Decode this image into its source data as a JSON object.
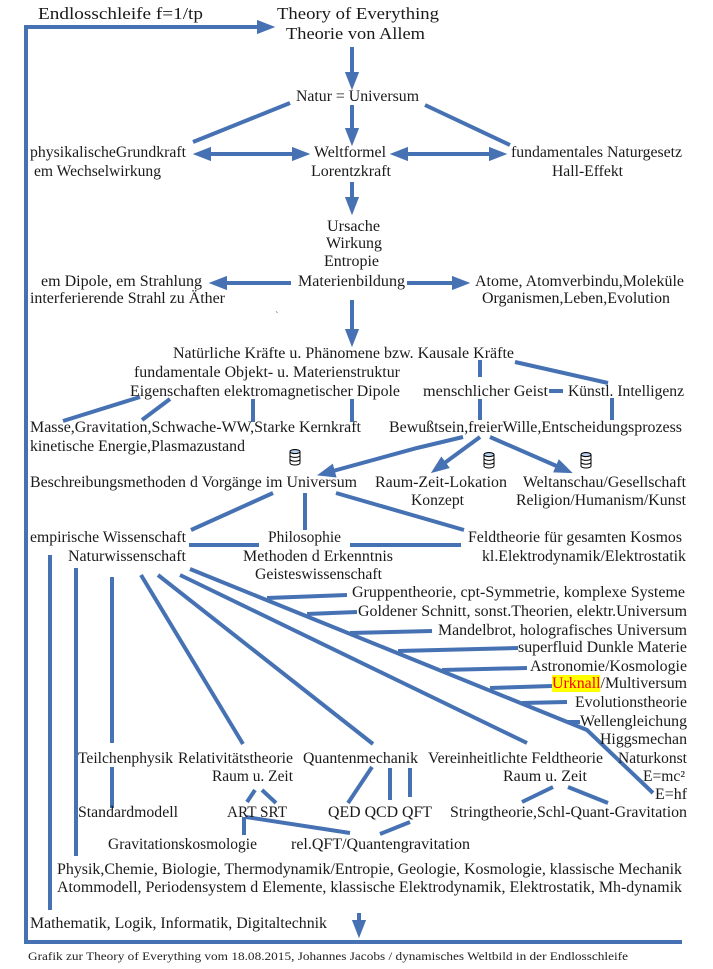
{
  "colors": {
    "connector": "#4672b4",
    "highlight_bg": "#ffff00",
    "highlight_text": "#ff0000"
  },
  "icons": {
    "database": "database-icon",
    "arrow": "arrow-icon"
  },
  "header": {
    "loop_label": "Endlosschleife  f=1/tp",
    "title_en": "Theory of Everything",
    "title_de": "Theorie von Allem"
  },
  "level1": {
    "natur": "Natur = Universum"
  },
  "level2": {
    "grundkraft": [
      "physikalischeGrundkraft",
      "em Wechselwirkung"
    ],
    "weltformel": [
      "Weltformel",
      "Lorentzkraft"
    ],
    "naturgesetz": [
      "fundamentales Naturgesetz",
      "Hall-Effekt"
    ]
  },
  "level3": {
    "center": [
      "Ursache",
      "Wirkung",
      "Entropie",
      "Materienbildung"
    ],
    "left": [
      "em Dipole, em Strahlung",
      "interferierende Strahl zu Äther"
    ],
    "right": [
      "Atome, Atomverbindu,Moleküle",
      "Organismen,Leben,Evolution"
    ],
    "stray_mark": "`"
  },
  "level4": {
    "kraefte": [
      "Natürliche Kräfte u. Phänomene bzw. Kausale Kräfte",
      "fundamentale Objekt- u. Materienstruktur",
      "Eigenschaften elektromagnetischer Dipole"
    ],
    "geist": "menschlicher Geist",
    "ki": "Künstl. Intelligenz"
  },
  "level5": {
    "masse": [
      "Masse,Gravitation,Schwache-WW,Starke Kernkraft",
      "kinetische Energie,Plasmazustand"
    ],
    "bewusstsein": "Bewußtsein,freierWille,Entscheidungsprozess"
  },
  "level6": {
    "beschreibung": "Beschreibungsmethoden d Vorgänge im Universum",
    "raumzeit": [
      "Raum-Zeit-Lokation",
      "Konzept"
    ],
    "weltanschauung": [
      "Weltanschau/Gesellschaft",
      "Religion/Humanism/Kunst"
    ]
  },
  "level7": {
    "empirisch": [
      "empirische Wissenschaft",
      "Naturwissenschaft"
    ],
    "philosophie": [
      "Philosophie",
      "Methoden d Erkenntnis",
      "Geisteswissenschaft"
    ],
    "feldtheorie": [
      "Feldtheorie für gesamten Kosmos",
      "kl.Elektrodynamik/Elektrostatik"
    ]
  },
  "branches": [
    "Gruppentheorie, cpt-Symmetrie, komplexe Systeme",
    "Goldener Schnitt, sonst.Theorien, elektr.Universum",
    "Mandelbrot, holografisches Universum",
    "superfluid Dunkle Materie",
    "Astronomie/Kosmologie",
    {
      "highlight": "Urknall",
      "rest": "/Multiversum"
    },
    "Evolutionstheorie",
    "Wellengleichung",
    "Higgsmechan",
    "Naturkonst",
    "E=mc²",
    "E=hf"
  ],
  "level8": {
    "teilchenphysik": "Teilchenphysik",
    "relativitaet": [
      "Relativitätstheorie",
      "Raum u. Zeit"
    ],
    "quantenmechanik": "Quantenmechanik",
    "vereinheitlicht": [
      "Vereinheitlichte Feldtheorie",
      "Raum u. Zeit"
    ]
  },
  "level9": {
    "standardmodell": "Standardmodell",
    "art_srt": "ART SRT",
    "qed_qcd_qft": "QED QCD QFT",
    "string": "Stringtheorie,Schl-Quant-Gravitation"
  },
  "level10": {
    "gravkosmologie": "Gravitationskosmologie",
    "relqft": "rel.QFT/Quantengravitation"
  },
  "disciplines": [
    "Physik,Chemie, Biologie, Thermodynamik/Entropie, Geologie, Kosmologie, klassische Mechanik",
    "Atommodell, Periodensystem d Elemente, klassische Elektrodynamik, Elektrostatik, Mh-dynamik"
  ],
  "mathematik": "Mathematik, Logik, Informatik, Digitaltechnik",
  "caption": "Grafik zur Theory of Everything vom 18.08.2015, Johannes Jacobs / dynamisches Weltbild in der Endlosschleife"
}
